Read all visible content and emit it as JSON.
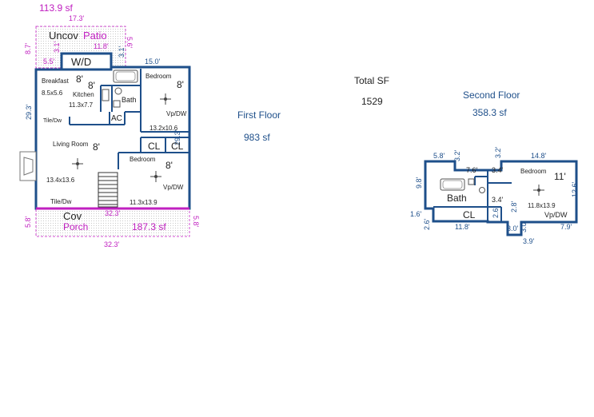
{
  "summary": {
    "total_label": "Total SF",
    "total_value": "1529",
    "first_floor_label": "First Floor",
    "first_floor_sf": "983 sf",
    "second_floor_label": "Second Floor",
    "second_floor_sf": "358.3 sf"
  },
  "first_floor": {
    "patio": {
      "area": "113.9 sf",
      "word1": "Uncov",
      "word2": "Patio",
      "dim_top": "17.3'",
      "dim_right": "5.6'",
      "dim_left": "8.7'",
      "dim_inner": "11.8'",
      "dim_step": "3.1'",
      "dim_bottom_left": "5.5'"
    },
    "wd": "W/D",
    "wd_dim_right": "3.1'",
    "top_dim": "15.0'",
    "left_dim": "29.3'",
    "right_dim": "29.3'",
    "breakfast": {
      "name": "Breakfast",
      "ceiling": "8'",
      "size": "8.5x5.6"
    },
    "kitchen": {
      "name": "Kitchen",
      "ceiling": "8'",
      "size": "11.3x7.7"
    },
    "bath": "Bath",
    "ac": "AC",
    "tile_dw_1": "Tile/Dw",
    "tile_dw_2": "Tile/Dw",
    "bedroom1": {
      "name": "Bedroom",
      "ceiling": "8'",
      "floor": "Vp/DW",
      "size": "13.2x10.6"
    },
    "closet1": "CL",
    "closet2": "CL",
    "living": {
      "name": "Living Room",
      "ceiling": "8'",
      "size": "13.4x13.6"
    },
    "bedroom2": {
      "name": "Bedroom",
      "ceiling": "8'",
      "floor": "Vp/DW",
      "size": "11.3x13.9"
    },
    "porch": {
      "word1": "Cov",
      "word2": "Porch",
      "area": "187.3 sf",
      "dim_top": "32.3'",
      "dim_left": "5.8'",
      "dim_right": "5.8'",
      "dim_bottom": "32.3'"
    }
  },
  "second_floor": {
    "dims": {
      "top_left": "5.8'",
      "step1": "3.2'",
      "step2": "3.2'",
      "top_right": "14.8'",
      "inner_a": "7.6'",
      "inner_b": "3.4'",
      "inner_c": "3.4'",
      "left": "9.8'",
      "right": "12.6'",
      "bottom_left_a": "1.6'",
      "bottom_left_b": "2.6'",
      "bottom": "11.8'",
      "mid_a": "2.6'",
      "mid_b": "2.8'",
      "mid_c": "3.0'",
      "mid_d": "3.0'",
      "bottom_right": "7.9'",
      "bump": "3.9'"
    },
    "bath": "Bath",
    "closet": "CL",
    "bedroom": {
      "name": "Bedroom",
      "ceiling": "11'",
      "size": "11.8x13.9",
      "floor": "Vp/DW"
    }
  }
}
